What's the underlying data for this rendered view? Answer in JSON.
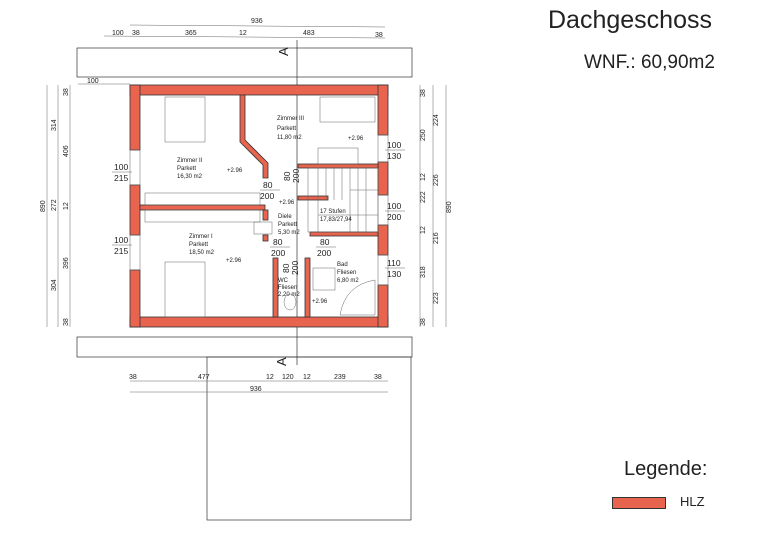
{
  "header": {
    "title": "Dachgeschoss",
    "area": "WNF.: 60,90m2"
  },
  "legend": {
    "title": "Legende:",
    "items": [
      {
        "label": "HLZ",
        "color": "#e8644f"
      }
    ]
  },
  "section_marker": "A",
  "rooms": [
    {
      "name": "Zimmer III",
      "floor": "Parkett",
      "area": "11,80 m2",
      "height": "+2.96"
    },
    {
      "name": "Zimmer II",
      "floor": "Parkett",
      "area": "16,30 m2",
      "height": "+2.96"
    },
    {
      "name": "Zimmer I",
      "floor": "Parkett",
      "area": "18,50 m2",
      "height": "+2.96"
    },
    {
      "name": "Diele",
      "floor": "Parkett",
      "area": "5,30 m2",
      "height": "+2.96"
    },
    {
      "name": "WC",
      "floor": "Fliesen",
      "area": "2,20 m2"
    },
    {
      "name": "Bad",
      "floor": "Fliesen",
      "area": "6,80 m2",
      "height": "+2.96"
    }
  ],
  "stairs": {
    "label": "17 Stufen",
    "dims": "17,83/27,94"
  },
  "doors": [
    {
      "w": "100",
      "h": "215"
    },
    {
      "w": "100",
      "h": "215"
    },
    {
      "w": "80",
      "h": "200"
    },
    {
      "w": "80",
      "h": "200"
    },
    {
      "w": "80",
      "h": "200"
    },
    {
      "w": "80",
      "h": "200"
    },
    {
      "w": "80",
      "h": "200"
    }
  ],
  "windows": [
    {
      "w": "100",
      "h": "130"
    },
    {
      "w": "100",
      "h": "200"
    },
    {
      "w": "110",
      "h": "130"
    }
  ],
  "dimensions": {
    "top_total": "936",
    "top_row": [
      "100",
      "38",
      "365",
      "12",
      "483",
      "38"
    ],
    "overhang": "100",
    "left_total": "890",
    "left_mid": [
      "314",
      "272",
      "304"
    ],
    "left_inner": [
      "38",
      "406",
      "12",
      "396",
      "38"
    ],
    "right_inner": [
      "38",
      "250",
      "12",
      "222",
      "12",
      "318",
      "38"
    ],
    "right_mid": [
      "224",
      "226",
      "216",
      "223"
    ],
    "right_total": "890",
    "bottom_row": [
      "38",
      "477",
      "12",
      "120",
      "12",
      "239",
      "38"
    ],
    "bottom_total": "936"
  }
}
